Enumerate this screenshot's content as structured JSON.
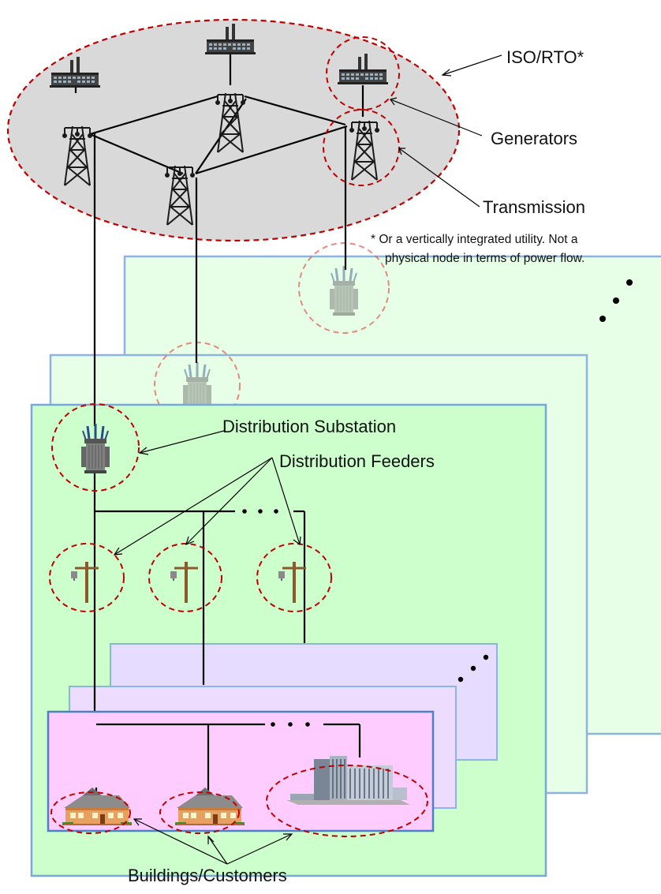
{
  "labels": {
    "iso_rto": "ISO/RTO*",
    "generators": "Generators",
    "transmission": "Transmission",
    "footnote_line1": "* Or a vertically integrated utility.  Not a",
    "footnote_line2": "physical node in terms of power flow.",
    "distribution_substation": "Distribution Substation",
    "distribution_feeders": "Distribution Feeders",
    "buildings_customers": "Buildings/Customers"
  },
  "colors": {
    "iso_fill": "#d9d9d9",
    "dash_red": "#c00000",
    "dash_faded": "#f08c84",
    "panel_green_front": "#ccffcc",
    "panel_green_back": "#e6ffe6",
    "panel_border": "#8db3e2",
    "panel_pink_front": "#ffccff",
    "panel_lavender_back": "#e6dcff",
    "pole": "#8b5a2b",
    "tower": "#222222"
  },
  "icons": [
    "factory-icon",
    "transmission-tower-icon",
    "transformer-icon",
    "utility-pole-icon",
    "house-icon",
    "office-building-icon"
  ]
}
